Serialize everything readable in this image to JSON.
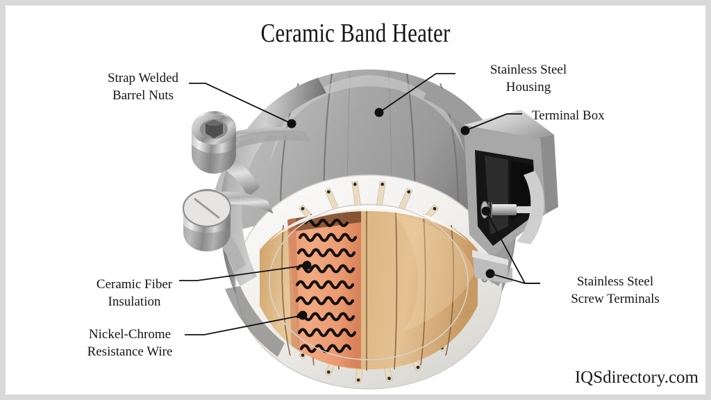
{
  "page": {
    "title": "Ceramic Band Heater",
    "watermark": "IQSdirectory.com",
    "border_color": "#d9d9d9",
    "canvas_color": "#ffffff",
    "text_color": "#141414"
  },
  "labels": {
    "strap_welded_barrel_nuts": {
      "line1": "Strap Welded",
      "line2": "Barrel Nuts"
    },
    "stainless_steel_housing": {
      "line1": "Stainless Steel",
      "line2": "Housing"
    },
    "terminal_box": {
      "line1": "Terminal Box",
      "line2": ""
    },
    "stainless_steel_screw_terminals": {
      "line1": "Stainless Steel",
      "line2": "Screw Terminals"
    },
    "ceramic_fiber_insulation": {
      "line1": "Ceramic Fiber",
      "line2": "Insulation"
    },
    "nickel_chrome_resistance_wire": {
      "line1": "Nickel-Chrome",
      "line2": "Resistance Wire"
    }
  },
  "diagram": {
    "subject": "ceramic-band-heater-cutaway",
    "colors": {
      "housing_light": "#c9c9c9",
      "housing_mid": "#a9a9a9",
      "housing_dark": "#8a8a8a",
      "housing_shadow": "#5d5d5d",
      "terminal_box_dark": "#151515",
      "ceramic_ring_white": "#f2f1ef",
      "ceramic_tile_cream": "#e9dcc2",
      "ceramic_body_tan": "#d7ab73",
      "ceramic_body_tan_light": "#e3c394",
      "insulation_salmon": "#ed9d77",
      "insulation_salmon_dark": "#d98358",
      "resistance_wire": "#14100c",
      "leader_line": "#111111"
    }
  }
}
